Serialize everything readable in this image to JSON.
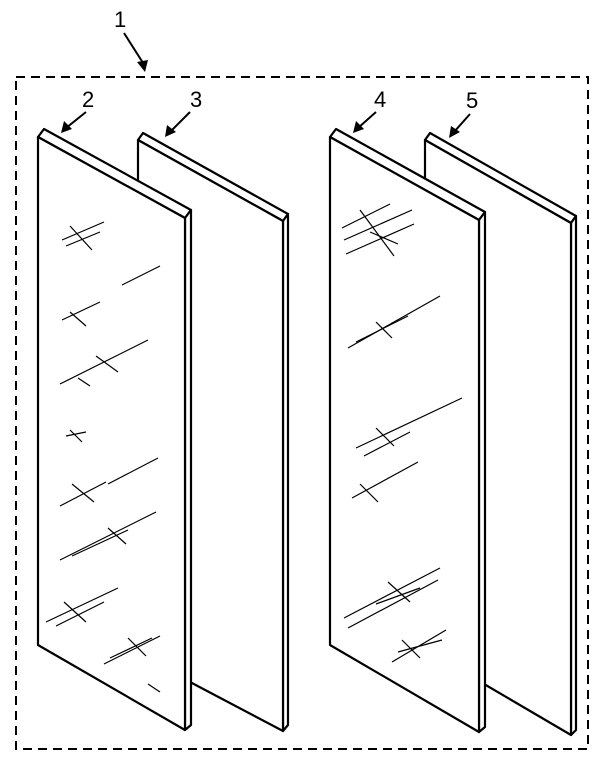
{
  "callouts": {
    "kit": "1",
    "mirror_left": "2",
    "panel_left": "3",
    "mirror_right": "4",
    "panel_right": "5"
  },
  "colors": {
    "ink": "#000000",
    "paper": "#ffffff"
  }
}
